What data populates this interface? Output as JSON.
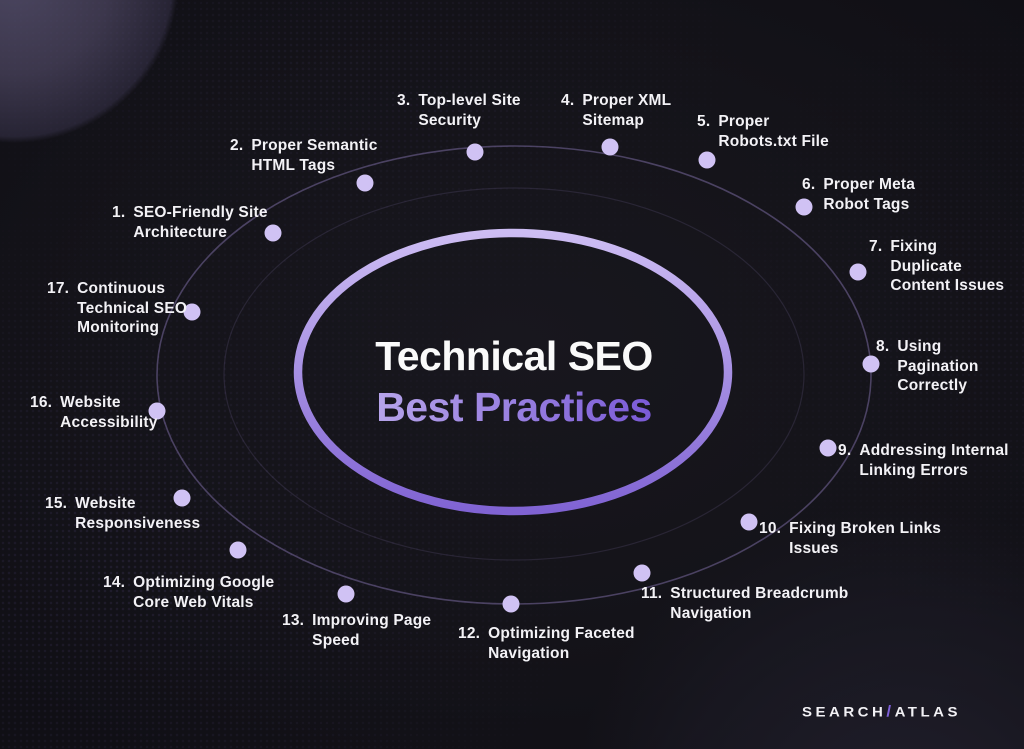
{
  "title": {
    "line1": "Technical SEO",
    "line2": "Best Practices"
  },
  "items": [
    {
      "number": "1.",
      "text": "SEO-Friendly Site\nArchitecture"
    },
    {
      "number": "2.",
      "text": "Proper Semantic\nHTML Tags"
    },
    {
      "number": "3.",
      "text": "Top-level Site\nSecurity"
    },
    {
      "number": "4.",
      "text": "Proper XML\nSitemap"
    },
    {
      "number": "5.",
      "text": "Proper\nRobots.txt File"
    },
    {
      "number": "6.",
      "text": "Proper Meta\nRobot Tags"
    },
    {
      "number": "7.",
      "text": "Fixing\nDuplicate\nContent Issues"
    },
    {
      "number": "8.",
      "text": "Using\nPagination\nCorrectly"
    },
    {
      "number": "9.",
      "text": "Addressing Internal\nLinking Errors"
    },
    {
      "number": "10.",
      "text": "Fixing Broken Links\nIssues"
    },
    {
      "number": "11.",
      "text": "Structured Breadcrumb\nNavigation"
    },
    {
      "number": "12.",
      "text": "Optimizing Faceted\nNavigation"
    },
    {
      "number": "13.",
      "text": "Improving Page\nSpeed"
    },
    {
      "number": "14.",
      "text": "Optimizing Google\nCore Web Vitals"
    },
    {
      "number": "15.",
      "text": "Website\nResponsiveness"
    },
    {
      "number": "16.",
      "text": "Website\nAccessibility"
    },
    {
      "number": "17.",
      "text": "Continuous\nTechnical SEO\nMonitoring"
    }
  ],
  "logo": {
    "search": "SEARCH",
    "slash": "/",
    "atlas": "ATLAS"
  },
  "colors": {
    "background": "#141319",
    "accent_purple": "#7e5fd9",
    "lavender_dot": "#d0c2f4",
    "title_white": "#fafafa",
    "title_gradient_start": "#b6a4ea",
    "title_gradient_end": "#7a5ad6",
    "inner_ellipse_top": "#cdbdf3",
    "inner_ellipse_bottom": "#8063d3",
    "outer_ring": "#a38fd8",
    "label_text": "#f3f2f6"
  }
}
